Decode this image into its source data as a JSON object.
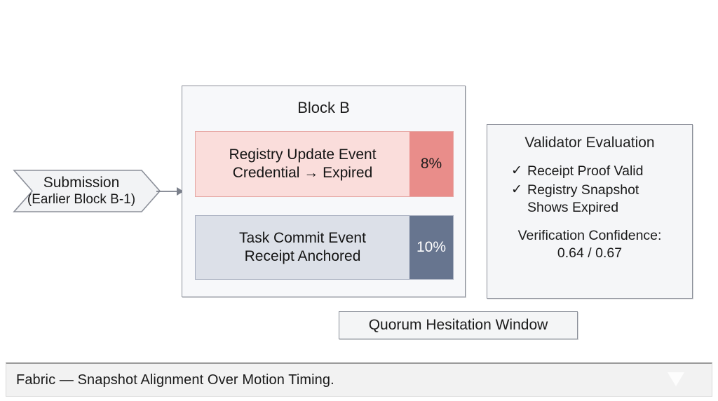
{
  "diagram": {
    "submission": {
      "shape": "chevron-arrow",
      "line1": "Submission",
      "line2": "(Earlier Block B-1)",
      "fill": "#f2f3f5",
      "stroke": "#8b8f99"
    },
    "connector": {
      "name": "arrow-submission-to-block-b",
      "color": "#7b808b"
    },
    "block_b": {
      "title": "Block B",
      "fill": "#f7f8fa",
      "stroke": "#8b8f99",
      "bars": [
        {
          "id": "registry-update-event",
          "line1": "Registry Update Event",
          "line2": "Credential → Expired",
          "percent": "8%",
          "fill": "#fadddb",
          "segment_fill": "#e98d8a",
          "border": "#e6a8a5"
        },
        {
          "id": "task-commit-event",
          "line1": "Task Commit Event",
          "line2": "Receipt Anchored",
          "percent": "10%",
          "fill": "#dce0e8",
          "segment_fill": "#67758f",
          "border": "#a9b0c0"
        }
      ]
    },
    "validator": {
      "title": "Validator Evaluation",
      "check_glyph": "✓",
      "checks": [
        {
          "line1": "Receipt Proof Valid",
          "line2": ""
        },
        {
          "line1": "Registry Snapshot",
          "line2": "Shows Expired"
        }
      ],
      "confidence_label": "Verification Confidence:",
      "confidence_value": "0.64 / 0.67",
      "fill": "#f5f6f8",
      "stroke": "#8b8f99"
    },
    "quorum": {
      "label": "Quorum Hesitation Window",
      "fill": "#f4f5f6",
      "stroke": "#8b8f99"
    }
  },
  "caption": {
    "text": "Fabric — Snapshot Alignment Over Motion Timing.",
    "background": "#f2f2f2",
    "chevron_icon": "chevron-down-icon"
  }
}
